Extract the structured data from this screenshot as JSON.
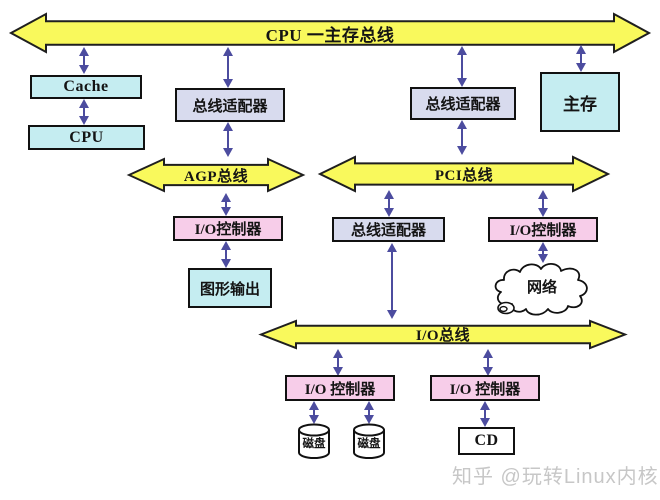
{
  "diagram": {
    "buses": {
      "cpu_mem": {
        "label": "CPU 一主存总线"
      },
      "agp": {
        "label": "AGP总线"
      },
      "pci": {
        "label": "PCI总线"
      },
      "io": {
        "label": "I/O总线"
      }
    },
    "nodes": {
      "cache": {
        "label": "Cache"
      },
      "cpu": {
        "label": "CPU"
      },
      "adapter_left": {
        "label": "总线适配器"
      },
      "adapter_right": {
        "label": "总线适配器"
      },
      "main_memory": {
        "label": "主存"
      },
      "io_ctrl_agp": {
        "label": "I/O控制器"
      },
      "graphics_output": {
        "label": "图形输出"
      },
      "adapter_mid": {
        "label": "总线适配器"
      },
      "io_ctrl_pci": {
        "label": "I/O控制器"
      },
      "network": {
        "label": "网络"
      },
      "io_ctrl_bot_l": {
        "label": "I/O 控制器"
      },
      "io_ctrl_bot_r": {
        "label": "I/O 控制器"
      },
      "disk1": {
        "label": "磁盘"
      },
      "disk2": {
        "label": "磁盘"
      },
      "cd": {
        "label": "CD"
      }
    },
    "colors": {
      "bus_fill": "#f9f95c",
      "bus_stroke": "#1f1f1f",
      "arrow": "#4c4c9f",
      "box_cyan": "#c5edf1",
      "box_lavender": "#d8dbee",
      "box_pink": "#f7cde9",
      "box_white": "#ffffff"
    },
    "watermark": "知乎 @玩转Linux内核"
  }
}
